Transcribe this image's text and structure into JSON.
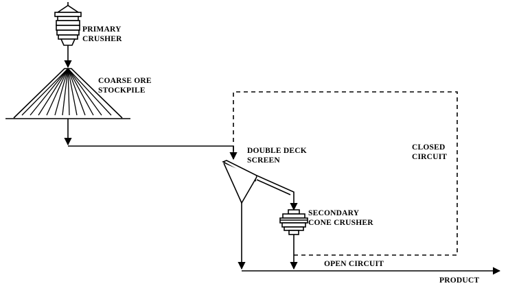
{
  "labels": {
    "primary_crusher": [
      "PRIMARY",
      "CRUSHER"
    ],
    "coarse_ore_stockpile": [
      "COARSE ORE",
      "STOCKPILE"
    ],
    "double_deck_screen": [
      "DOUBLE DECK",
      "SCREEN"
    ],
    "closed_circuit": [
      "CLOSED",
      "CIRCUIT"
    ],
    "secondary_cone_crusher": [
      "SECONDARY",
      "CONE CRUSHER"
    ],
    "open_circuit": "OPEN CIRCUIT",
    "product": "PRODUCT"
  },
  "colors": {
    "line": "#000000",
    "background": "#ffffff"
  }
}
